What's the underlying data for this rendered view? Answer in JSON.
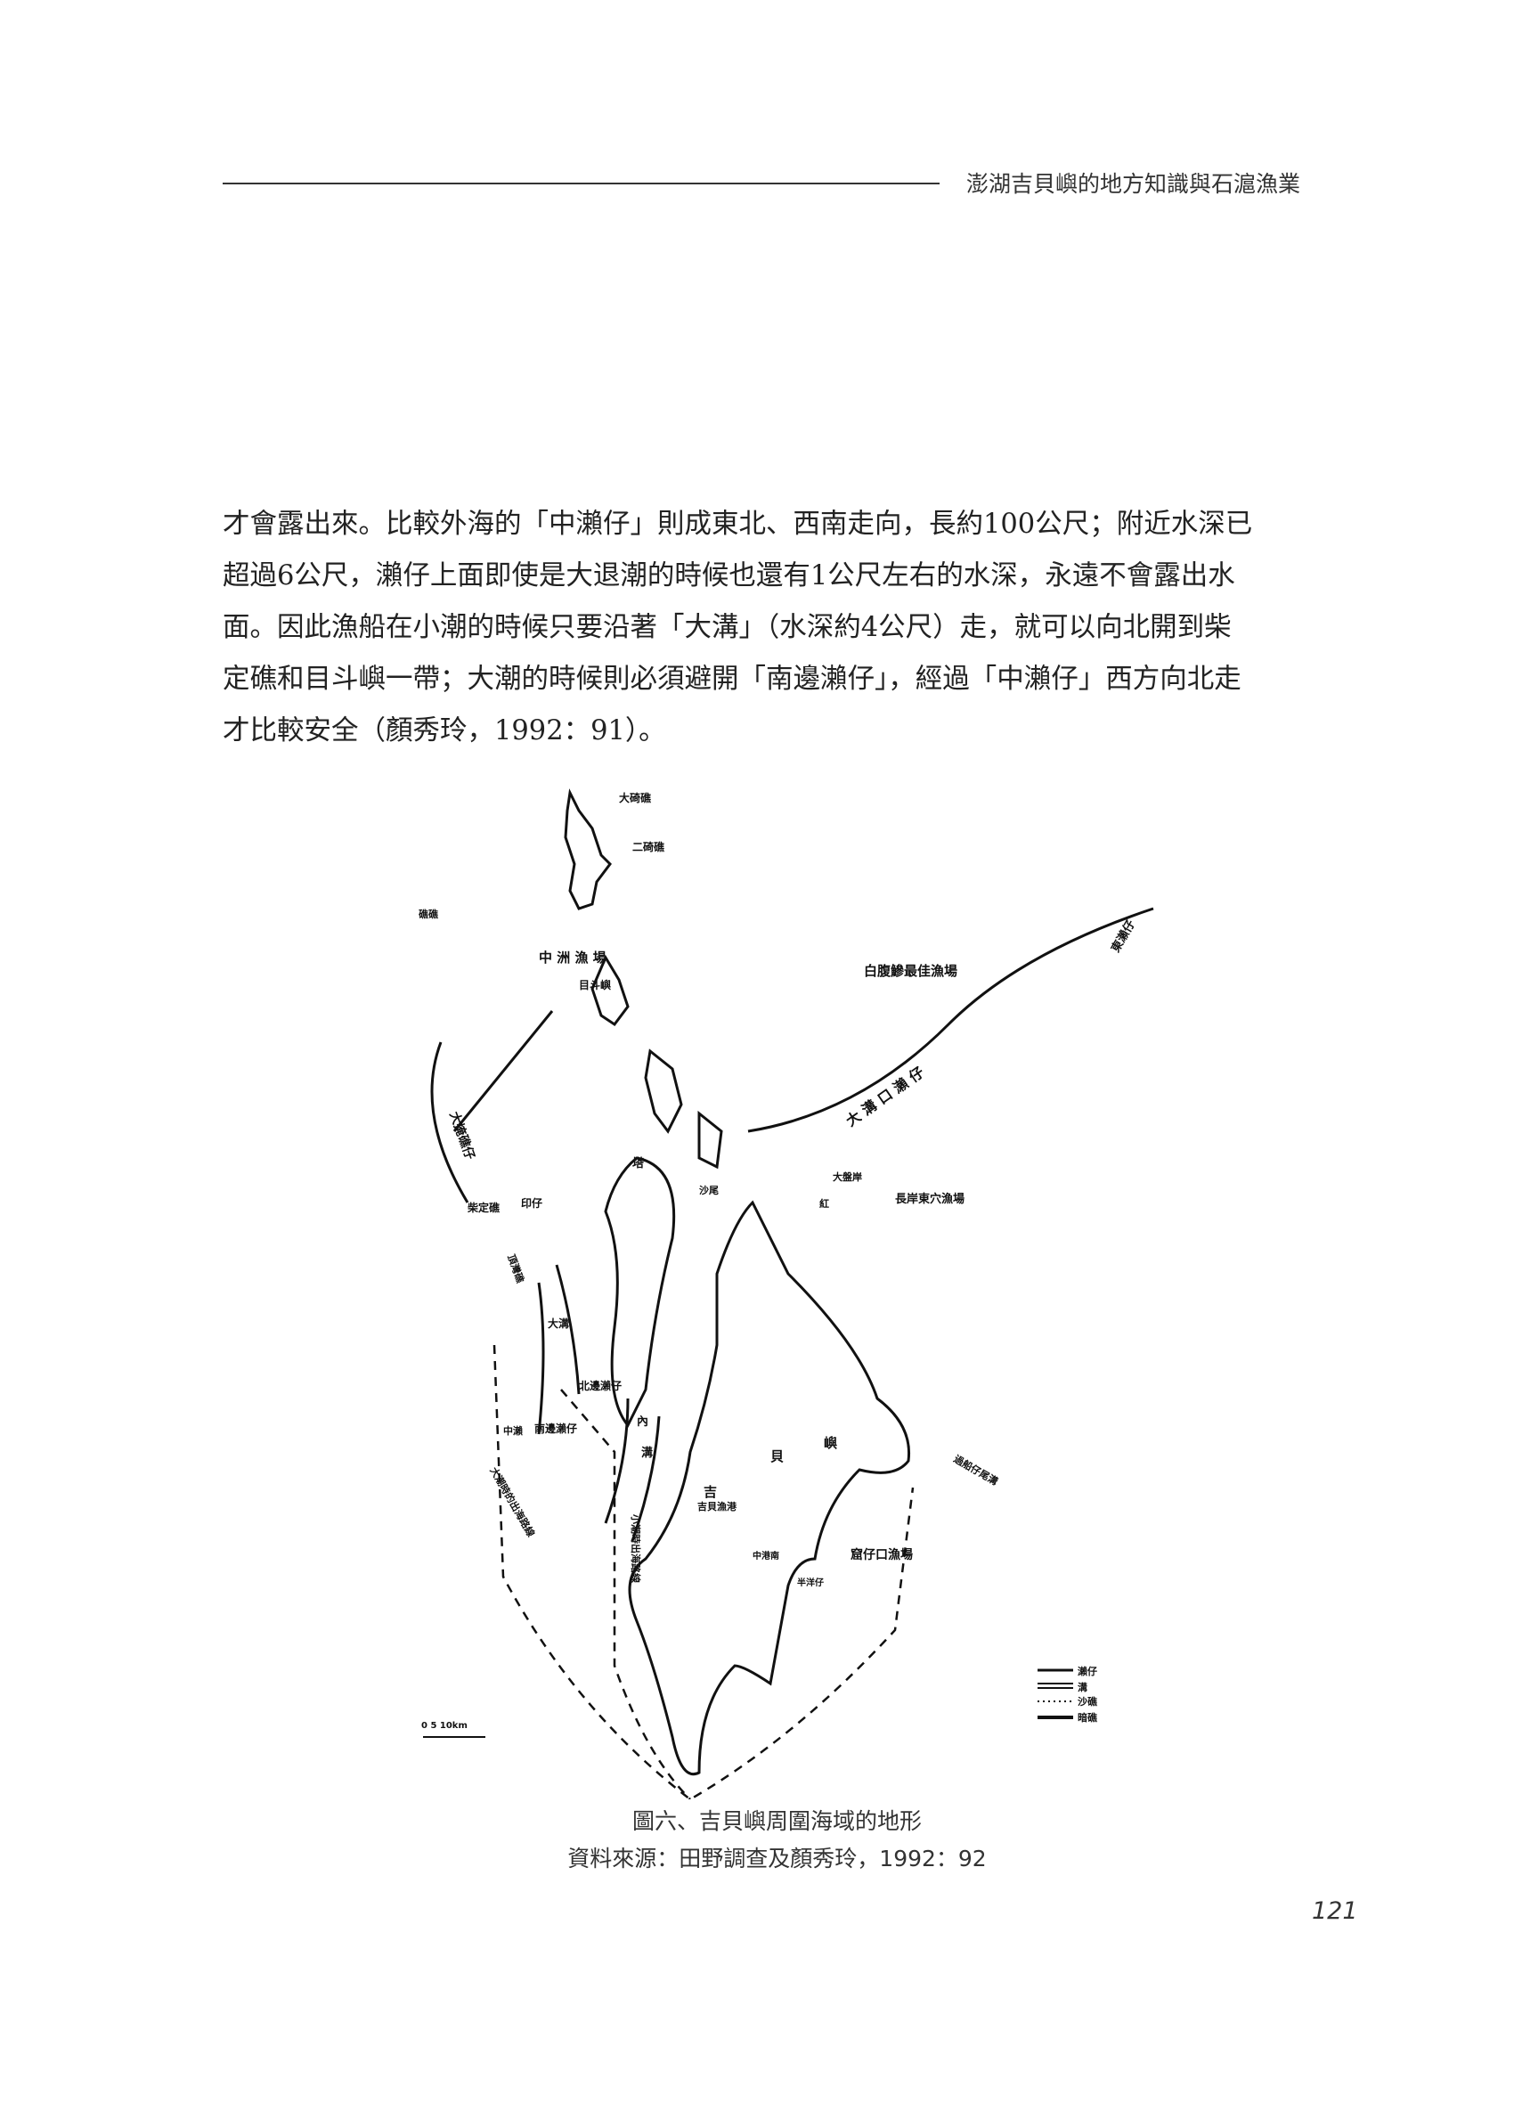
{
  "header": {
    "running_title": "澎湖吉貝嶼的地方知識與石滬漁業"
  },
  "body": {
    "lines": [
      "才會露出來。比較外海的「中瀨仔」則成東北、西南走向，長約100公尺；附近水深已",
      "超過6公尺，瀨仔上面即使是大退潮的時候也還有1公尺左右的水深，永遠不會露出水",
      "面。因此漁船在小潮的時候只要沿著「大溝」（水深約4公尺）走，就可以向北開到柴",
      "定礁和目斗嶼一帶；大潮的時候則必須避開「南邊瀨仔」，經過「中瀨仔」西方向北走",
      "才比較安全（顏秀玲，1992：91）。"
    ]
  },
  "map": {
    "labels": {
      "daqi": "大碕礁",
      "erqi": "二碕礁",
      "xiji": "礁礁",
      "zhongzhou": "中 洲 漁 場",
      "mudou": "目斗嶼",
      "baiqi": "白腹鰺最佳漁場",
      "dongse": "東瀨仔",
      "dayan": "大掩礁仔",
      "dagoukou": "大 溝 口 瀨 仔",
      "chaiding": "柴定礁",
      "yinzai": "印仔",
      "changan": "長岸東穴漁場",
      "dingwan": "頂灣礁",
      "dagou": "大溝",
      "beibian": "北邊瀨仔",
      "nanbian": "南邊瀨仔",
      "zhong": "中瀨",
      "nei": "內",
      "gou": "溝",
      "ji": "吉",
      "bei": "貝",
      "yu": "嶼",
      "jibei_port": "吉貝漁港",
      "kuzaikou": "窟仔口漁場",
      "dapan": "大盤岸",
      "hong": "紅",
      "chuanzai": "過船仔尾溝",
      "daqiu_route": "大潮時的出海路線",
      "xiaochao_route": "小潮時出海路線",
      "zhonggang": "中港南",
      "banyang": "半洋仔",
      "ta": "塔",
      "shaozui": "沙尾",
      "legend_reef": "瀨仔",
      "legend_channel": "溝",
      "legend_sand": "沙礁",
      "legend_rock": "暗礁",
      "scale": "0   5   10km"
    }
  },
  "caption": {
    "title": "圖六、吉貝嶼周圍海域的地形",
    "source": "資料來源：田野調查及顏秀玲，1992：92"
  },
  "page_number": "121"
}
